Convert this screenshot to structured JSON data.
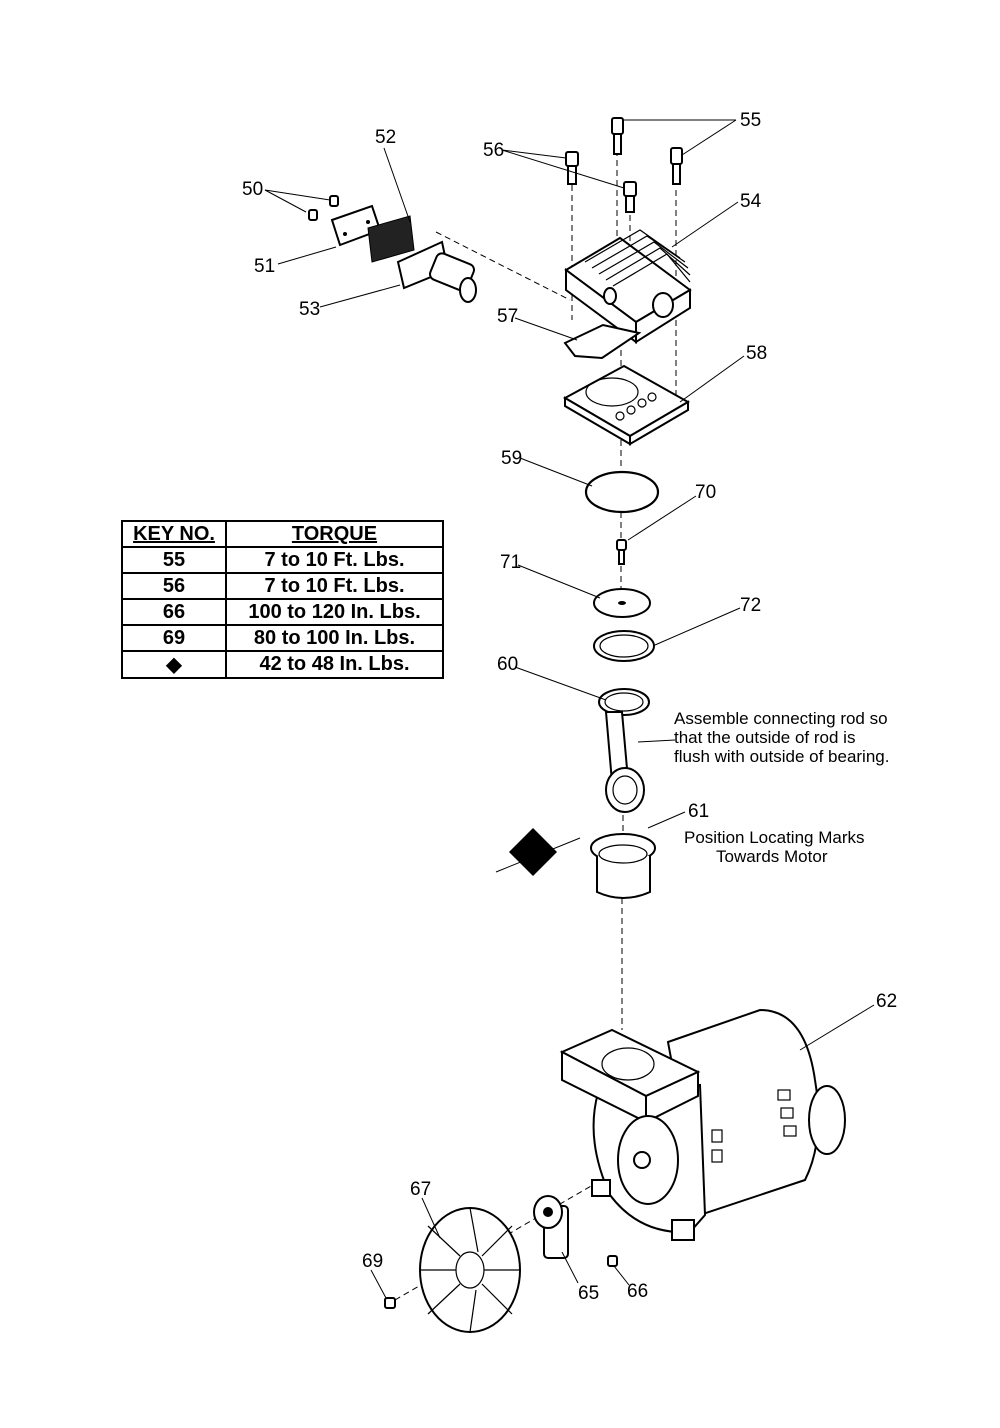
{
  "callouts": {
    "c50": "50",
    "c51": "51",
    "c52": "52",
    "c53": "53",
    "c54": "54",
    "c55": "55",
    "c56": "56",
    "c57": "57",
    "c58": "58",
    "c59": "59",
    "c60": "60",
    "c61": "61",
    "c62": "62",
    "c65": "65",
    "c66": "66",
    "c67": "67",
    "c69": "69",
    "c70": "70",
    "c71": "71",
    "c72": "72"
  },
  "notes": {
    "rod_line1": "Assemble connecting rod so",
    "rod_line2": "that the outside of rod is",
    "rod_line3": "flush with outside of bearing.",
    "marks_line1": "Position Locating Marks",
    "marks_line2": "Towards Motor"
  },
  "torque_table": {
    "headers": {
      "key": "KEY NO.",
      "torque": "TORQUE"
    },
    "rows": [
      {
        "key": "55",
        "torque": "7 to 10 Ft. Lbs."
      },
      {
        "key": "56",
        "torque": "7 to 10 Ft. Lbs."
      },
      {
        "key": "66",
        "torque": "100 to 120 In. Lbs."
      },
      {
        "key": "69",
        "torque": "80 to 100 In. Lbs."
      },
      {
        "key": "◆",
        "torque": "42 to 48 In. Lbs."
      }
    ]
  }
}
